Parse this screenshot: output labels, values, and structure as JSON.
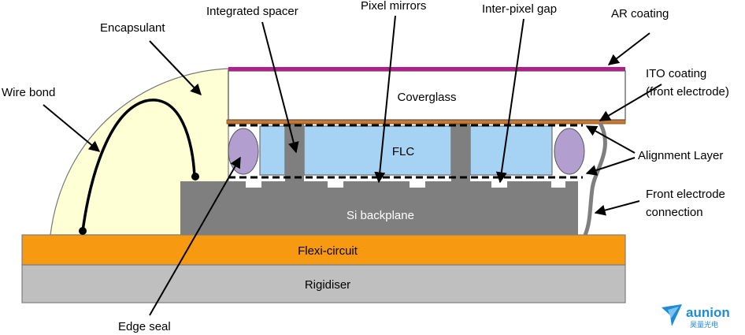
{
  "labels": {
    "encapsulant": "Encapsulant",
    "wire_bond": "Wire bond",
    "integrated_spacer": "Integrated spacer",
    "pixel_mirrors": "Pixel mirrors",
    "inter_pixel_gap": "Inter-pixel gap",
    "ar_coating": "AR coating",
    "ito_coating_line1": "ITO coating",
    "ito_coating_line2": "(front electrode)",
    "alignment_layer": "Alignment Layer",
    "front_electrode_line1": "Front electrode",
    "front_electrode_line2": "connection",
    "edge_seal": "Edge seal"
  },
  "layers": {
    "coverglass": "Coverglass",
    "flc": "FLC",
    "si_backplane": "Si backplane",
    "flexi_circuit": "Flexi-circuit",
    "rigidiser": "Rigidiser"
  },
  "logo": {
    "name": "aunion",
    "subtitle": "昊量光电"
  },
  "colors": {
    "encapsulant": "#ffffd6",
    "ar_coating": "#b0208a",
    "ito_coating": "#c87830",
    "flc": "#a6d2f4",
    "seal": "#b29fcf",
    "backplane": "#7f7f7f",
    "flexi": "#f79a12",
    "rigidiser": "#bfbfbf",
    "logo": "#1f8ad6"
  }
}
